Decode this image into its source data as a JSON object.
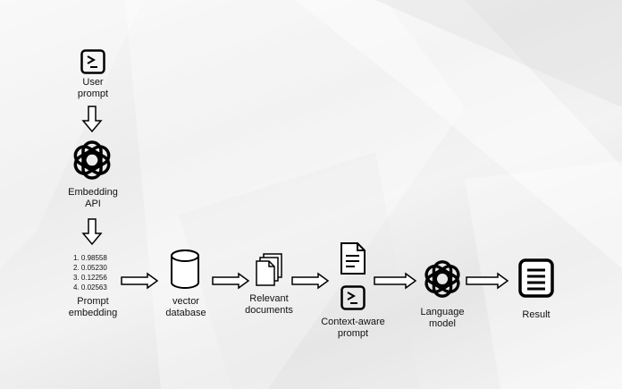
{
  "nodes": {
    "user_prompt": "User\nprompt",
    "embedding_api": "Embedding\nAPI",
    "prompt_embedding": "Prompt\nembedding",
    "vector_database": "vector\ndatabase",
    "relevant_documents": "Relevant\ndocuments",
    "context_aware_prompt": "Context-aware\nprompt",
    "language_model": "Language\nmodel",
    "result": "Result"
  },
  "embedding_values": [
    "1. 0.98558",
    "2. 0.05230",
    "3. 0.12256",
    "4. 0.02563"
  ],
  "icons": {
    "prompt": "terminal-prompt-icon",
    "openai": "openai-logo-icon",
    "database": "database-cylinder-icon",
    "documents": "stacked-documents-icon",
    "document": "document-icon",
    "result": "result-document-icon",
    "arrow": "hollow-arrow-icon"
  },
  "colors": {
    "stroke": "#000000",
    "text": "#111111",
    "background": "#efefef"
  }
}
